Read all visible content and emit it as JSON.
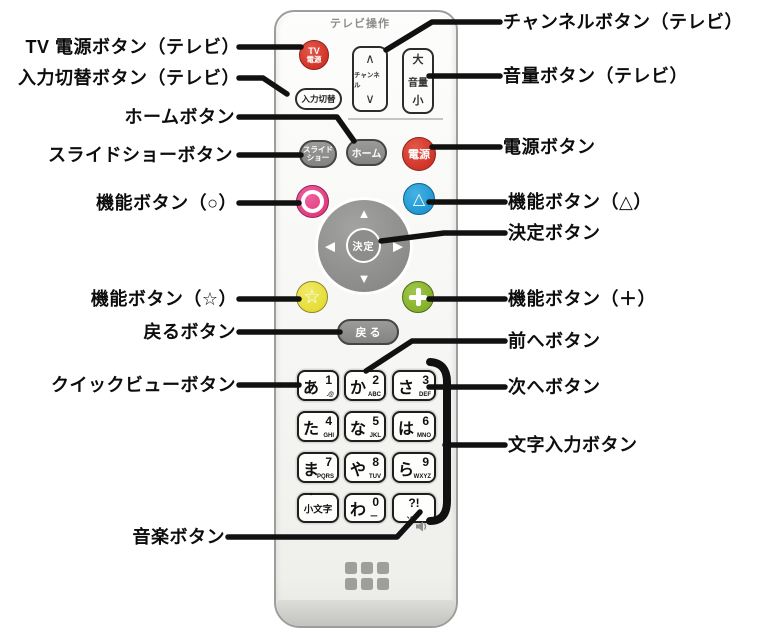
{
  "callouts": {
    "left": [
      {
        "label": "TV 電源ボタン（テレビ）"
      },
      {
        "label": "入力切替ボタン（テレビ）"
      },
      {
        "label": "ホームボタン"
      },
      {
        "label": "スライドショーボタン"
      },
      {
        "label": "機能ボタン（○）"
      },
      {
        "label": "機能ボタン（☆）"
      },
      {
        "label": "戻るボタン"
      },
      {
        "label": "クイックビューボタン"
      },
      {
        "label": "音楽ボタン"
      }
    ],
    "right": [
      {
        "label": "チャンネルボタン（テレビ）"
      },
      {
        "label": "音量ボタン（テレビ）"
      },
      {
        "label": "電源ボタン"
      },
      {
        "label": "機能ボタン（△）"
      },
      {
        "label": "決定ボタン"
      },
      {
        "label": "機能ボタン（＋）"
      },
      {
        "label": "前へボタン"
      },
      {
        "label": "次へボタン"
      },
      {
        "label": "文字入力ボタン"
      }
    ]
  },
  "remote": {
    "section_label": "テレビ操作",
    "tv_power": {
      "line1": "TV",
      "line2": "電源"
    },
    "channel": {
      "up": "∧",
      "label": "チャンネル",
      "down": "∨"
    },
    "volume": {
      "up": "大",
      "label": "音量",
      "down": "小"
    },
    "input": {
      "label": "入力切替"
    },
    "slideshow": {
      "line1": "スライド",
      "line2": "ショー"
    },
    "home": {
      "label": "ホーム"
    },
    "power": {
      "label": "電源"
    },
    "func_circle": {
      "symbol": "○"
    },
    "func_triangle": {
      "symbol": "△"
    },
    "func_star": {
      "symbol": "☆"
    },
    "func_plus": {
      "symbol": "＋"
    },
    "dpad": {
      "up": "▲",
      "down": "▼",
      "left": "◀",
      "right": "▶",
      "center": "決定"
    },
    "back": {
      "label": "戻る"
    },
    "keypad": [
      {
        "main": "あ",
        "num": "1",
        "sub": ".@"
      },
      {
        "main": "か",
        "num": "2",
        "sub": "ABC"
      },
      {
        "main": "さ",
        "num": "3",
        "sub": "DEF"
      },
      {
        "main": "た",
        "num": "4",
        "sub": "GHI"
      },
      {
        "main": "な",
        "num": "5",
        "sub": "JKL"
      },
      {
        "main": "は",
        "num": "6",
        "sub": "MNO"
      },
      {
        "main": "ま",
        "num": "7",
        "sub": "PQRS"
      },
      {
        "main": "や",
        "num": "8",
        "sub": "TUV"
      },
      {
        "main": "ら",
        "num": "9",
        "sub": "WXYZ"
      },
      {
        "main": "小文字",
        "mark": "゛"
      },
      {
        "main": "わ",
        "num": "0",
        "sub": "ー"
      },
      {
        "main": "?!",
        "sub": "、。"
      }
    ],
    "music_icon": "speaker-icon"
  },
  "colors": {
    "red": "#d43a2b",
    "pink": "#e8488b",
    "blue": "#2fa3dc",
    "yellow": "#e9e34a",
    "green": "#90bb36",
    "button_gray": "#8e8e8c",
    "line_black": "#111111"
  }
}
